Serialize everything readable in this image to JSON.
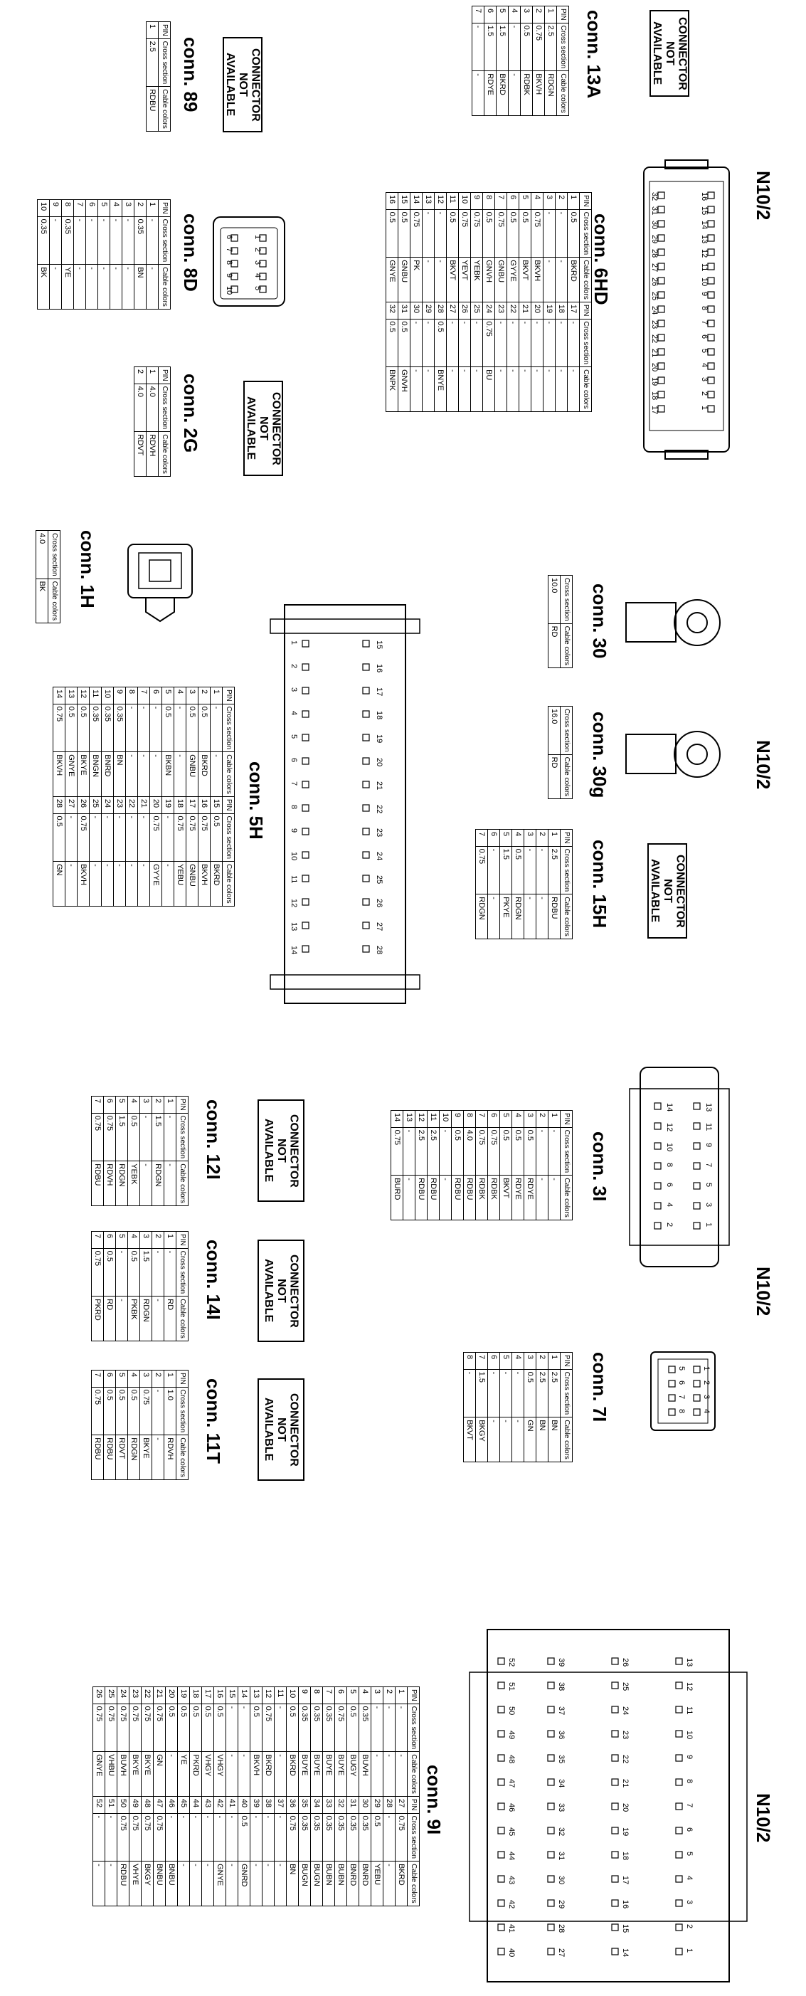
{
  "labels": {
    "na": [
      "CONNECTOR",
      "NOT",
      "AVAILABLE"
    ],
    "n10": "N10/2"
  },
  "headers": {
    "pin": "PIN",
    "cross": "Cross section",
    "cable": "Cable colors"
  },
  "connectors": {
    "c13A": {
      "title": "conn. 13A",
      "rows": [
        [
          "1",
          "2.5",
          "RDGN"
        ],
        [
          "2",
          "0.75",
          "BKVH"
        ],
        [
          "3",
          "0.5",
          "RDBK"
        ],
        [
          "4",
          "-",
          "-"
        ],
        [
          "5",
          "1.5",
          "BKRD"
        ],
        [
          "6",
          "1.5",
          "RDYE"
        ],
        [
          "7",
          "-",
          "-"
        ]
      ]
    },
    "c89": {
      "title": "conn. 89",
      "rows": [
        [
          "1",
          "2.5",
          "RDBU"
        ]
      ]
    },
    "c6HD": {
      "title": "conn. 6HD",
      "rows": [
        [
          "1",
          "0.5",
          "BKRD",
          "17",
          "-",
          "-"
        ],
        [
          "2",
          "-",
          "-",
          "18",
          "-",
          "-"
        ],
        [
          "3",
          "-",
          "-",
          "19",
          "-",
          "-"
        ],
        [
          "4",
          "0.75",
          "BKVH",
          "20",
          "-",
          "-"
        ],
        [
          "5",
          "0.5",
          "BKVT",
          "21",
          "-",
          "-"
        ],
        [
          "6",
          "0.5",
          "GYYE",
          "22",
          "-",
          "-"
        ],
        [
          "7",
          "0.75",
          "GNBU",
          "23",
          "-",
          "-"
        ],
        [
          "8",
          "0.5",
          "GNVH",
          "24",
          "0.75",
          "BU"
        ],
        [
          "9",
          "0.75",
          "YEBK",
          "25",
          "-",
          "-"
        ],
        [
          "10",
          "0.75",
          "YEVT",
          "26",
          "-",
          "-"
        ],
        [
          "11",
          "0.5",
          "BKVT",
          "27",
          "-",
          "-"
        ],
        [
          "12",
          "-",
          "-",
          "28",
          "0.5",
          "BNYE"
        ],
        [
          "13",
          "-",
          "-",
          "29",
          "-",
          "-"
        ],
        [
          "14",
          "0.75",
          "PK",
          "30",
          "-",
          "-"
        ],
        [
          "15",
          "0.5",
          "GNBU",
          "31",
          "0.5",
          "GNVH"
        ],
        [
          "16",
          "0.5",
          "GNYE",
          "32",
          "0.5",
          "BNPK"
        ]
      ]
    },
    "c8D": {
      "title": "conn. 8D",
      "rows": [
        [
          "1",
          "-",
          "-"
        ],
        [
          "2",
          "0.35",
          "BN"
        ],
        [
          "3",
          "-",
          "-"
        ],
        [
          "4",
          "-",
          "-"
        ],
        [
          "5",
          "-",
          "-"
        ],
        [
          "6",
          "-",
          "-"
        ],
        [
          "7",
          "-",
          "-"
        ],
        [
          "8",
          "0.35",
          "YE"
        ],
        [
          "9",
          "-",
          "-"
        ],
        [
          "10",
          "0.35",
          "BK"
        ]
      ]
    },
    "c2G": {
      "title": "conn. 2G",
      "rows": [
        [
          "1",
          "4.0",
          "RDVH"
        ],
        [
          "2",
          "4.0",
          "RDVT"
        ]
      ]
    },
    "c1H": {
      "title": "conn. 1H",
      "rows": [
        [
          "4.0",
          "BK"
        ]
      ]
    },
    "c30": {
      "title": "conn. 30",
      "rows": [
        [
          "10.0",
          "RD"
        ]
      ]
    },
    "c30g": {
      "title": "conn. 30g",
      "rows": [
        [
          "16.0",
          "RD"
        ]
      ]
    },
    "c5H": {
      "title": "conn. 5H",
      "rows": [
        [
          "1",
          "-",
          "-",
          "15",
          "0.5",
          "BKRD"
        ],
        [
          "2",
          "0.5",
          "BKRD",
          "16",
          "0.75",
          "BKVH"
        ],
        [
          "3",
          "0.5",
          "GNBU",
          "17",
          "0.75",
          "GNBU"
        ],
        [
          "4",
          "-",
          "-",
          "18",
          "0.75",
          "YEBU"
        ],
        [
          "5",
          "0.5",
          "BKBN",
          "19",
          "-",
          "-"
        ],
        [
          "6",
          "-",
          "-",
          "20",
          "0.75",
          "GYYE"
        ],
        [
          "7",
          "-",
          "-",
          "21",
          "-",
          "-"
        ],
        [
          "8",
          "-",
          "-",
          "22",
          "-",
          "-"
        ],
        [
          "9",
          "0.35",
          "BN",
          "23",
          "-",
          "-"
        ],
        [
          "10",
          "0.35",
          "BNRD",
          "24",
          "-",
          "-"
        ],
        [
          "11",
          "0.35",
          "BNGN",
          "25",
          "-",
          "-"
        ],
        [
          "12",
          "0.5",
          "BKYE",
          "26",
          "0.75",
          "BKVH"
        ],
        [
          "13",
          "0.5",
          "GNYE",
          "27",
          "-",
          "-"
        ],
        [
          "14",
          "0.75",
          "BKVH",
          "28",
          "0.5",
          "GN"
        ]
      ]
    },
    "c15H": {
      "title": "conn. 15H",
      "rows": [
        [
          "1",
          "2.5",
          "RDBU"
        ],
        [
          "2",
          "-",
          "-"
        ],
        [
          "3",
          "-",
          "-"
        ],
        [
          "4",
          "0.5",
          "RDGN"
        ],
        [
          "5",
          "1.5",
          "PKYE"
        ],
        [
          "6",
          "-",
          "-"
        ],
        [
          "7",
          "0.75",
          "RDGN"
        ]
      ]
    },
    "c12I": {
      "title": "conn. 12I",
      "rows": [
        [
          "1",
          "-",
          "-"
        ],
        [
          "2",
          "1.5",
          "RDGN"
        ],
        [
          "3",
          "-",
          "-"
        ],
        [
          "4",
          "0.5",
          "YEBK"
        ],
        [
          "5",
          "1.5",
          "RDGN"
        ],
        [
          "6",
          "0.75",
          "RDVH"
        ],
        [
          "7",
          "0.75",
          "RDBU"
        ]
      ]
    },
    "c3I": {
      "title": "conn. 3I",
      "rows": [
        [
          "1",
          "-",
          "-"
        ],
        [
          "2",
          "-",
          "-"
        ],
        [
          "3",
          "0.5",
          "RDYE"
        ],
        [
          "4",
          "0.5",
          "RDYE"
        ],
        [
          "5",
          "0.5",
          "BKVT"
        ],
        [
          "6",
          "0.75",
          "RDBK"
        ],
        [
          "7",
          "0.75",
          "RDBK"
        ],
        [
          "8",
          "4.0",
          "RDBU"
        ],
        [
          "9",
          "0.5",
          "RDBU"
        ],
        [
          "10",
          "-",
          "-"
        ],
        [
          "11",
          "2.5",
          "RDBU"
        ],
        [
          "12",
          "2.5",
          "RDBU"
        ],
        [
          "13",
          "-",
          "-"
        ],
        [
          "14",
          "0.75",
          "BURD"
        ]
      ]
    },
    "c14I": {
      "title": "conn. 14I",
      "rows": [
        [
          "1",
          "-",
          "RD"
        ],
        [
          "2",
          "-",
          "-"
        ],
        [
          "3",
          "1.5",
          "RDGN"
        ],
        [
          "4",
          "0.5",
          "PKBK"
        ],
        [
          "5",
          "-",
          "-"
        ],
        [
          "6",
          "0.5",
          "RD"
        ],
        [
          "7",
          "0.75",
          "PKRD"
        ]
      ]
    },
    "c7I": {
      "title": "conn. 7I",
      "rows": [
        [
          "1",
          "2.5",
          "BN"
        ],
        [
          "2",
          "2.5",
          "BN"
        ],
        [
          "3",
          "0.5",
          "GN"
        ],
        [
          "4",
          "-",
          "-"
        ],
        [
          "5",
          "-",
          "-"
        ],
        [
          "6",
          "-",
          "-"
        ],
        [
          "7",
          "1.5",
          "BKGY"
        ],
        [
          "8",
          "-",
          "BKVT"
        ]
      ]
    },
    "c11T": {
      "title": "conn. 11T",
      "rows": [
        [
          "1",
          "1.0",
          "RDVH"
        ],
        [
          "2",
          "-",
          "-"
        ],
        [
          "3",
          "0.75",
          "BKYE"
        ],
        [
          "4",
          "0.5",
          "RDGN"
        ],
        [
          "5",
          "0.5",
          "RDVT"
        ],
        [
          "6",
          "0.5",
          "RDBU"
        ],
        [
          "7",
          "0.75",
          "RDBU"
        ]
      ]
    },
    "c9I": {
      "title": "conn. 9I",
      "rows": [
        [
          "1",
          "-",
          "-",
          "27",
          "0.75",
          "BKRD"
        ],
        [
          "2",
          "-",
          "-",
          "28",
          "-",
          "-"
        ],
        [
          "3",
          "-",
          "-",
          "29",
          "0.5",
          "YEBU"
        ],
        [
          "4",
          "0.35",
          "BUVH",
          "30",
          "0.35",
          "BNRD"
        ],
        [
          "5",
          "0.5",
          "BUGY",
          "31",
          "0.35",
          "BNRD"
        ],
        [
          "6",
          "0.75",
          "BUYE",
          "32",
          "0.35",
          "BUBN"
        ],
        [
          "7",
          "0.35",
          "BUYE",
          "33",
          "0.35",
          "BUBN"
        ],
        [
          "8",
          "0.35",
          "BUYE",
          "34",
          "0.35",
          "BUGN"
        ],
        [
          "9",
          "0.35",
          "BUYE",
          "35",
          "0.35",
          "BUGN"
        ],
        [
          "10",
          "0.5",
          "BKRD",
          "36",
          "0.75",
          "BN"
        ],
        [
          "11",
          "-",
          "-",
          "37",
          "-",
          "-"
        ],
        [
          "12",
          "0.75",
          "BKRD",
          "38",
          "-",
          "-"
        ],
        [
          "13",
          "0.5",
          "BKVH",
          "39",
          "-",
          "-"
        ],
        [
          "14",
          "-",
          "-",
          "40",
          "0.5",
          "GNRD"
        ],
        [
          "15",
          "-",
          "-",
          "41",
          "-",
          "-"
        ],
        [
          "16",
          "0.5",
          "VHGY",
          "42",
          "-",
          "GNYE"
        ],
        [
          "17",
          "0.5",
          "VHGY",
          "43",
          "-",
          "-"
        ],
        [
          "18",
          "0.5",
          "PKRD",
          "44",
          "-",
          "-"
        ],
        [
          "19",
          "0.5",
          "YE",
          "45",
          "-",
          "-"
        ],
        [
          "20",
          "0.5",
          "-",
          "46",
          "-",
          "BNBU"
        ],
        [
          "21",
          "0.75",
          "GN",
          "47",
          "0.75",
          "BNBU"
        ],
        [
          "22",
          "0.75",
          "BKYE",
          "48",
          "0.75",
          "BKGY"
        ],
        [
          "23",
          "0.75",
          "BKYE",
          "49",
          "0.75",
          "VHYE"
        ],
        [
          "24",
          "0.75",
          "BUVH",
          "50",
          "0.75",
          "RDBU"
        ],
        [
          "25",
          "0.75",
          "VHBU",
          "51",
          "-",
          "-"
        ],
        [
          "26",
          "0.75",
          "GNYE",
          "52",
          "-",
          "-"
        ]
      ]
    }
  }
}
